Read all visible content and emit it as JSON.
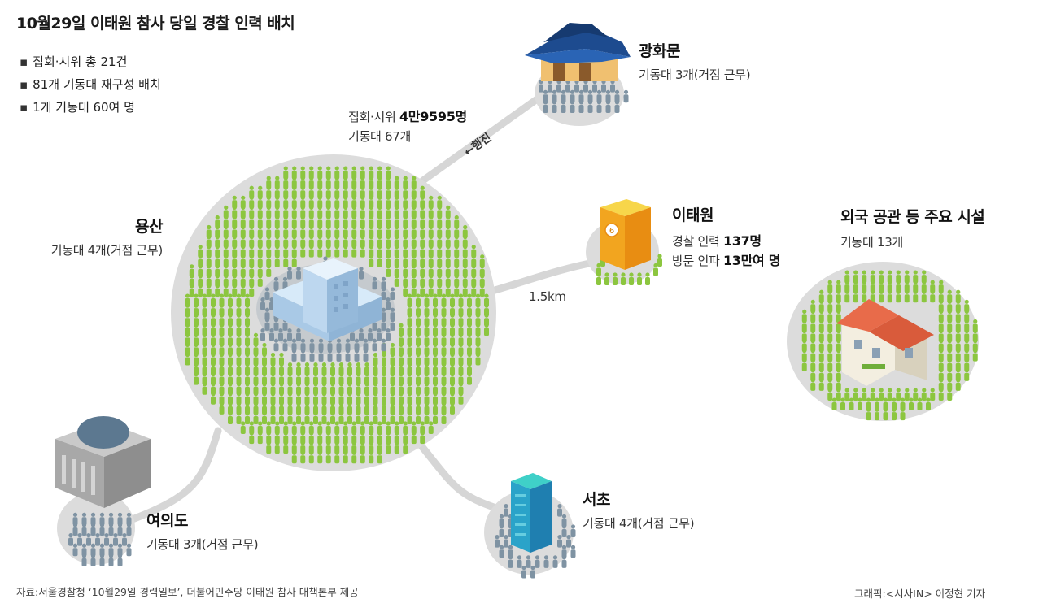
{
  "title": "10월29일 이태원 참사 당일 경찰 인력 배치",
  "bullets": [
    "집회·시위 총 21건",
    "81개 기동대 재구성 배치",
    "1개 기동대 60여 명"
  ],
  "nodes": {
    "gwanghwamun": {
      "name": "광화문",
      "detail": "기동대 3개(거점 근무)"
    },
    "yongsan": {
      "name": "용산",
      "detail": "기동대 4개(거점 근무)"
    },
    "itaewon": {
      "name": "이태원",
      "line1_prefix": "경찰 인력 ",
      "line1_value": "137명",
      "line2_prefix": "방문 인파 ",
      "line2_value": "13만여 명"
    },
    "embassies": {
      "name": "외국 공관 등 주요 시설",
      "detail": "기동대 13개"
    },
    "yeouido": {
      "name": "여의도",
      "detail": "기동대 3개(거점 근무)"
    },
    "seocho": {
      "name": "서초",
      "detail": "기동대 4개(거점 근무)"
    }
  },
  "rally": {
    "prefix": "집회·시위 ",
    "value": "4만9595명",
    "units": "기동대 67개",
    "march": "←행진"
  },
  "distance": "1.5km",
  "building_number": "6",
  "source": "자료:서울경찰청 ‘10월29일 경력일보’, 더불어민주당 이태원 참사 대책본부 제공",
  "credit": "그래픽:<시사IN> 이정현 기자",
  "colors": {
    "crowd_green": "#8cc63f",
    "crowd_gray": "#7f93a3",
    "road": "#d6d6d6",
    "base": "#d9d9d9"
  }
}
